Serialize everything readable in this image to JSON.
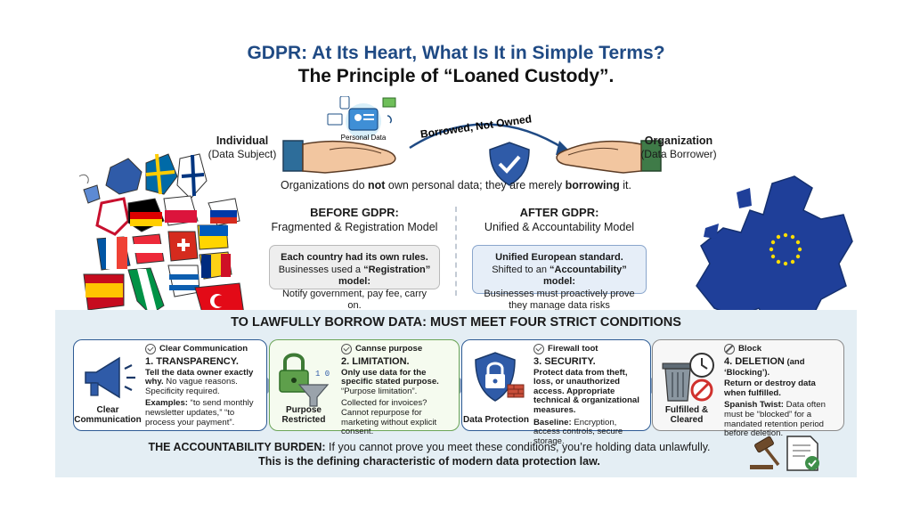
{
  "header": {
    "title": "GDPR: At Its Heart, What Is It in Simple Terms?",
    "subtitle": "The Principle of “Loaned Custody”."
  },
  "individual": {
    "label": "Individual",
    "sub": "(Data Subject)"
  },
  "organization": {
    "label": "Organization",
    "sub": "(Data Borrower)"
  },
  "personal_data_label": "Personal Data",
  "arrow_label": "Borrowed, Not Owned",
  "note": {
    "pre": "Organizations do ",
    "not": "not",
    "mid": " own personal data; they are merely ",
    "borrow": "borrowing",
    "post": " it."
  },
  "before": {
    "heading": "BEFORE GDPR:",
    "sub": "Fragmented & Registration Model",
    "line1": "Each country had its own rules.",
    "line2_pre": "Businesses used a ",
    "line2_bold": "“Registration” model:",
    "line3": "Notify government, pay fee, carry on."
  },
  "after": {
    "heading": "AFTER GDPR:",
    "sub": "Unified & Accountability Model",
    "line1": "Unified European standard.",
    "line2_pre": "Shifted to an ",
    "line2_bold": "“Accountability” model:",
    "line3": "Businesses must proactively prove they manage data risks appropriately."
  },
  "conditions_title": "TO LAWFULLY BORROW DATA: MUST MEET FOUR STRICT CONDITIONS",
  "cards": [
    {
      "tag": "Clear Communication",
      "title": "1. TRANSPARENCY.",
      "p1_bold": "Tell the data owner exactly why.",
      "p1_rest": " No vague reasons. Specificity required.",
      "p2_bold": "Examples:",
      "p2_rest": " “to send monthly newsletter updates,” “to process your payment”.",
      "caption": "Clear Communication"
    },
    {
      "tag": "Cannse purpose",
      "title": "2. LIMITATION.",
      "p1_bold": "Only use data for the specific stated purpose.",
      "p1_rest": " “Purpose limitation”.",
      "p2": "Collected for invoices? Cannot repurpose for marketing without explicit consent.",
      "caption": "Purpose Restricted"
    },
    {
      "tag": "Firewall toot",
      "title": "3. SECURITY.",
      "p1_bold": "Protect data from theft, loss, or unauthorized access. Appropriate technical & organizational measures.",
      "p2_bold": "Baseline:",
      "p2_rest": " Encryption, access controls, secure storage.",
      "caption": "Data Protection"
    },
    {
      "tag": "Block",
      "title": "4. DELETION",
      "title_small": " (and ‘Blocking’).",
      "p1_bold": "Return or destroy data when fulfilled.",
      "p2_bold": "Spanish Twist:",
      "p2_rest": " Data often must be “blocked” for a mandated retention period before deletion.",
      "caption": "Fulfilled & Cleared"
    }
  ],
  "burden": {
    "bold": "THE ACCOUNTABILITY BURDEN:",
    "rest": " If you cannot prove you meet these conditions, you’re holding data unlawfully.",
    "line2": "This is the defining characteristic of modern data protection law."
  },
  "colors": {
    "title_blue": "#1f4a84",
    "eu_blue": "#1f3f99",
    "card_blue_border": "#2e5b94",
    "card_green_border": "#6ca558",
    "band_bg": "#e4eef4"
  },
  "icons": [
    "puzzle-map-icon",
    "eu-map-icon",
    "giving-hand-icon",
    "receiving-hand-icon",
    "shield-check-icon",
    "megaphone-icon",
    "lock-funnel-icon",
    "shield-lock-icon",
    "trash-clock-icon",
    "gavel-icon",
    "document-check-icon"
  ]
}
